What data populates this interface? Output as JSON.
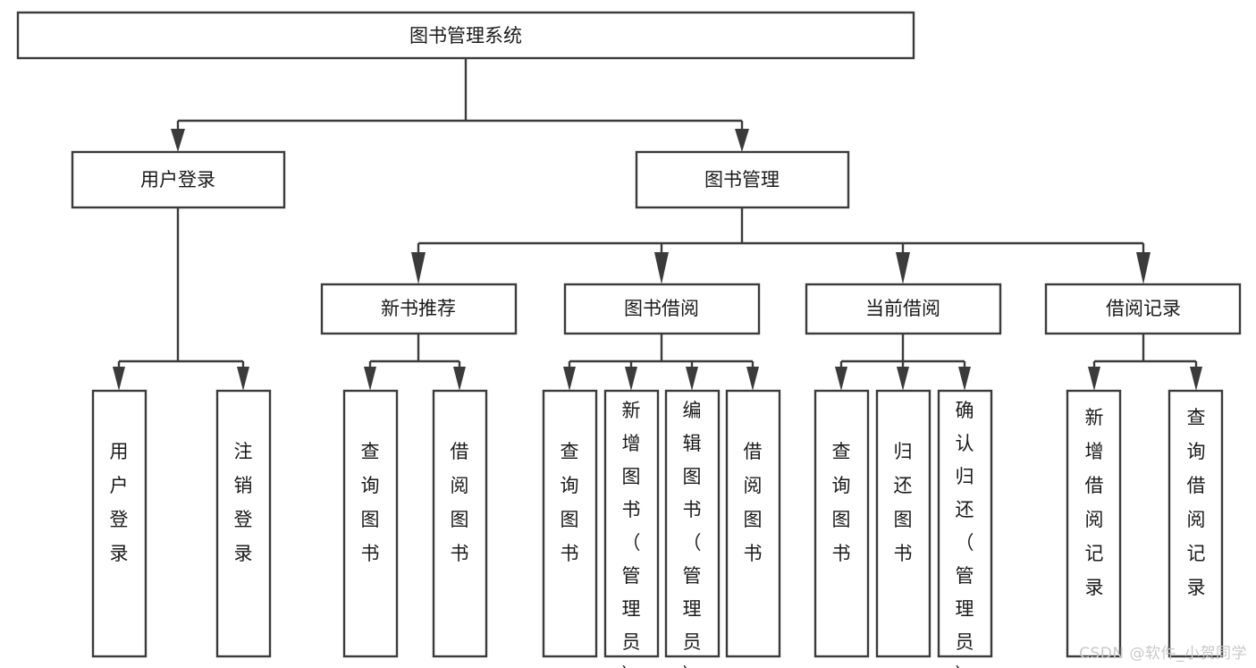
{
  "diagram": {
    "type": "tree",
    "title": "图书管理系统",
    "root": {
      "id": "root",
      "label": "图书管理系统",
      "orientation": "horizontal"
    },
    "level2": [
      {
        "id": "user-login",
        "label": "用户登录",
        "orientation": "horizontal"
      },
      {
        "id": "book-manage",
        "label": "图书管理",
        "orientation": "horizontal"
      }
    ],
    "level3": [
      {
        "id": "new-book-recommend",
        "label": "新书推荐",
        "orientation": "horizontal",
        "parent": "book-manage"
      },
      {
        "id": "book-borrow",
        "label": "图书借阅",
        "orientation": "horizontal",
        "parent": "book-manage"
      },
      {
        "id": "current-borrow",
        "label": "当前借阅",
        "orientation": "horizontal",
        "parent": "book-manage"
      },
      {
        "id": "borrow-record",
        "label": "借阅记录",
        "orientation": "horizontal",
        "parent": "book-manage"
      }
    ],
    "leaves": [
      {
        "id": "leaf-user-login",
        "label": "用户登录",
        "orientation": "vertical",
        "parent": "user-login"
      },
      {
        "id": "leaf-logout-login",
        "label": "注销登录",
        "orientation": "vertical",
        "parent": "user-login"
      },
      {
        "id": "leaf-query-book-1",
        "label": "查询图书",
        "orientation": "vertical",
        "parent": "new-book-recommend"
      },
      {
        "id": "leaf-borrow-book-1",
        "label": "借阅图书",
        "orientation": "vertical",
        "parent": "new-book-recommend"
      },
      {
        "id": "leaf-query-book-2",
        "label": "查询图书",
        "orientation": "vertical",
        "parent": "book-borrow"
      },
      {
        "id": "leaf-add-book",
        "label": "新增图书（管理员）",
        "orientation": "vertical",
        "parent": "book-borrow"
      },
      {
        "id": "leaf-edit-book",
        "label": "编辑图书（管理员）",
        "orientation": "vertical",
        "parent": "book-borrow"
      },
      {
        "id": "leaf-borrow-book-2",
        "label": "借阅图书",
        "orientation": "vertical",
        "parent": "book-borrow"
      },
      {
        "id": "leaf-query-book-3",
        "label": "查询图书",
        "orientation": "vertical",
        "parent": "current-borrow"
      },
      {
        "id": "leaf-return-book",
        "label": "归还图书",
        "orientation": "vertical",
        "parent": "current-borrow"
      },
      {
        "id": "leaf-confirm-return",
        "label": "确认归还（管理员）",
        "orientation": "vertical",
        "parent": "current-borrow"
      },
      {
        "id": "leaf-add-record",
        "label": "新增借阅记录",
        "orientation": "vertical",
        "parent": "borrow-record"
      },
      {
        "id": "leaf-query-record",
        "label": "查询借阅记录",
        "orientation": "vertical",
        "parent": "borrow-record"
      }
    ],
    "colors": {
      "box_fill": "#ffffff",
      "box_stroke": "#3b3b3b",
      "text": "#1a1a1a",
      "connector": "#3b3b3b",
      "background": "#ffffff",
      "watermark": "#c9c9c9"
    }
  },
  "watermark": {
    "text": "CSDN @软件_小贺同学"
  }
}
